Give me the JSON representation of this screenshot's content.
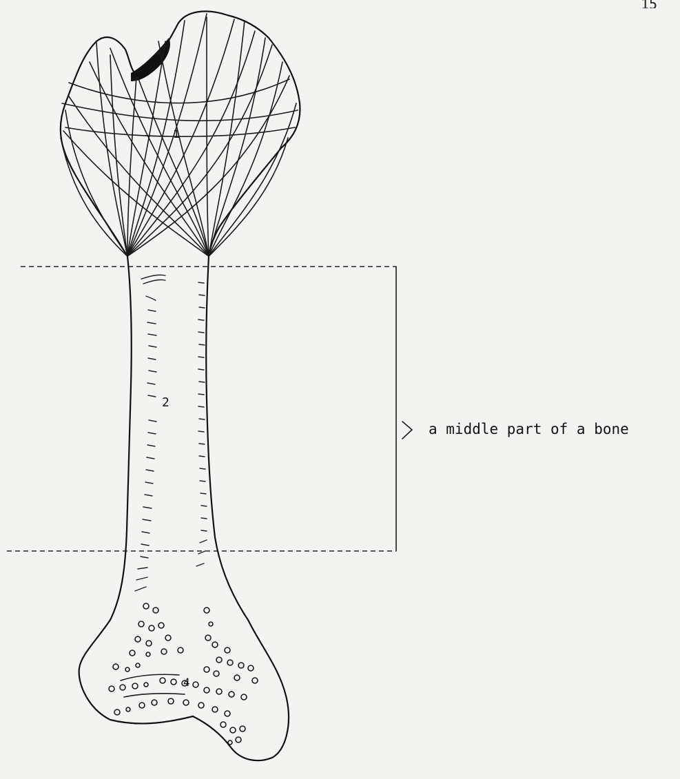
{
  "page_number": "15",
  "annotation": {
    "caption": "a middle part of a bone"
  },
  "part_labels": {
    "epiphysis": "1",
    "shaft": "2",
    "metaphysis": "4"
  }
}
